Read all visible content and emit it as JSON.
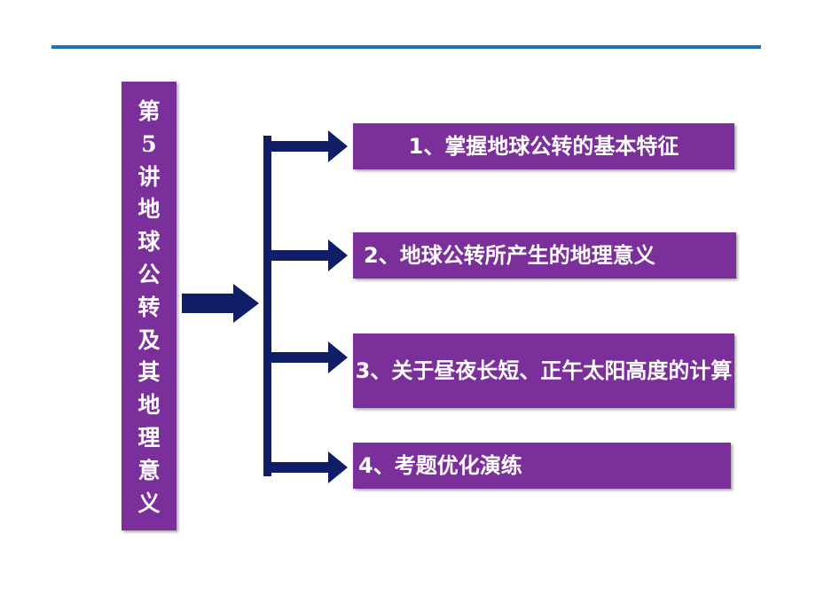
{
  "colors": {
    "rule": "#1a72b8",
    "box_fill": "#7b2f9a",
    "box_text": "#ffffff",
    "arrow": "#0f1e66"
  },
  "title": {
    "chars": [
      "第",
      "5",
      "讲",
      "地",
      "球",
      "公",
      "转",
      "及",
      "其",
      "地",
      "理",
      "意",
      "义"
    ]
  },
  "items": [
    {
      "label": "1、掌握地球公转的基本特征"
    },
    {
      "label": "2、地球公转所产生的地理意义"
    },
    {
      "label": "3、关于昼夜长短、正午太阳高度的计算"
    },
    {
      "label": "4、考题优化演练"
    }
  ]
}
